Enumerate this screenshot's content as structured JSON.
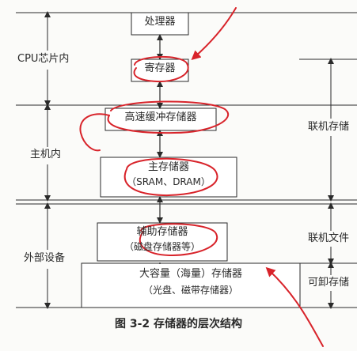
{
  "boxes": {
    "processor": "处理器",
    "register": "寄存器",
    "cache": "高速缓冲存储器",
    "main_memory": {
      "line1": "主存储器",
      "line2": "（SRAM、DRAM）"
    },
    "auxiliary": {
      "line1": "辅助存储器",
      "line2": "（磁盘存储器等）"
    },
    "mass_storage": {
      "line1": "大容量（海量）存储器",
      "line2": "（光盘、磁带存储器）"
    }
  },
  "left_labels": {
    "cpu_chip": "CPU芯片内",
    "host": "主机内",
    "external": "外部设备"
  },
  "right_labels": {
    "online": "联机存储",
    "online_file": "联机文件",
    "removable": "可卸存储"
  },
  "caption": "图 3-2   存储器的层次结构",
  "colors": {
    "ink": "#2a2a2a",
    "annotation": "#d8232a"
  }
}
